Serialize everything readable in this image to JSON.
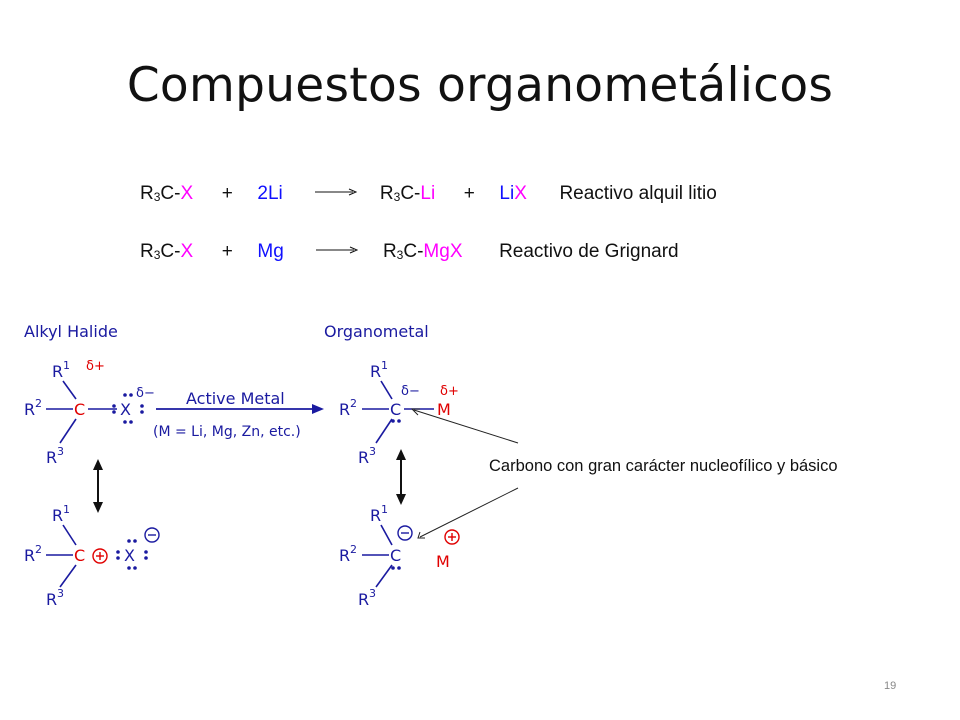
{
  "slide": {
    "title": "Compuestos organometálicos",
    "page_number": "19"
  },
  "reactions": [
    {
      "reactant_base": "R",
      "reactant_sub": "3",
      "reactant_c": "C-",
      "reactant_x": "X",
      "plus1": "+",
      "reagent": "2Li",
      "product_base": "R",
      "product_sub": "3",
      "product_c": "C-",
      "product_m": "Li",
      "plus2": "+",
      "byproduct_li": "Li",
      "byproduct_x": "X",
      "name": "Reactivo alquil litio"
    },
    {
      "reactant_base": "R",
      "reactant_sub": "3",
      "reactant_c": "C-",
      "reactant_x": "X",
      "plus1": "+",
      "reagent": "Mg",
      "product_base": "R",
      "product_sub": "3",
      "product_c": "C-",
      "product_m": "MgX",
      "name": "Reactivo de Grignard"
    }
  ],
  "scheme": {
    "left_label": "Alkyl Halide",
    "right_label": "Organometal",
    "arrow_label": "Active Metal",
    "condition": "(M = Li, Mg, Zn, etc.)",
    "annotation": "Carbono con gran carácter nucleofílico y básico",
    "r1": "R",
    "r1_sup": "1",
    "r2": "R",
    "r2_sup": "2",
    "r3": "R",
    "r3_sup": "3",
    "carbon": "C",
    "halogen": "X",
    "metal": "M",
    "delta_plus": "δ+",
    "delta_minus": "δ−",
    "plus_sign": "+",
    "minus_sign": "−"
  },
  "colors": {
    "magenta": "#ff00ff",
    "blue": "#1010ff",
    "red": "#e00000",
    "navy": "#1a1aa0"
  }
}
